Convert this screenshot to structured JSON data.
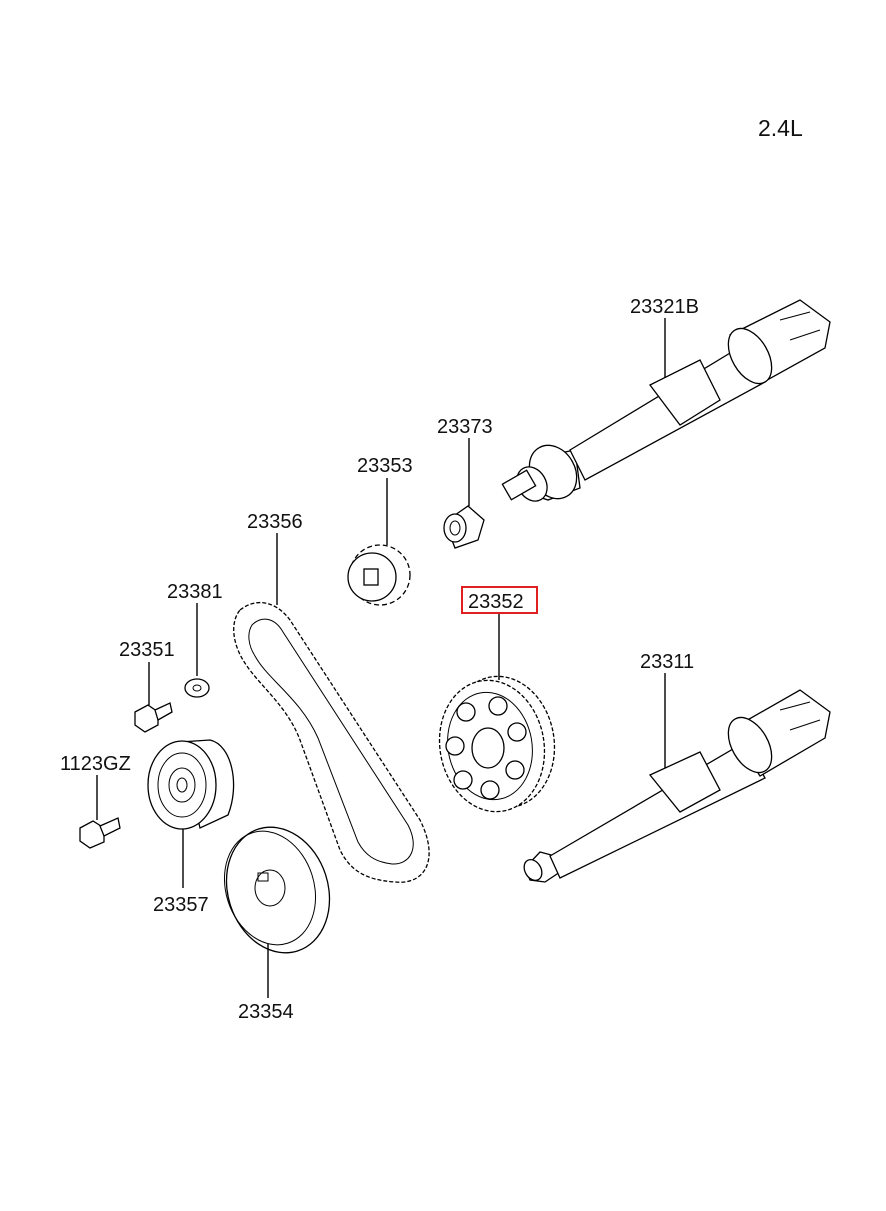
{
  "diagram": {
    "engine": "2.4L",
    "highlighted_part": "23352",
    "highlight_color": "#e02020",
    "labels": {
      "shaft_upper": "23321B",
      "bushing": "23373",
      "small_gear": "23353",
      "belt": "23356",
      "washer": "23381",
      "bolt_small": "23351",
      "bolt": "1123GZ",
      "tensioner": "23357",
      "pulley": "23354",
      "sprocket": "23352",
      "shaft_lower": "23311"
    }
  }
}
